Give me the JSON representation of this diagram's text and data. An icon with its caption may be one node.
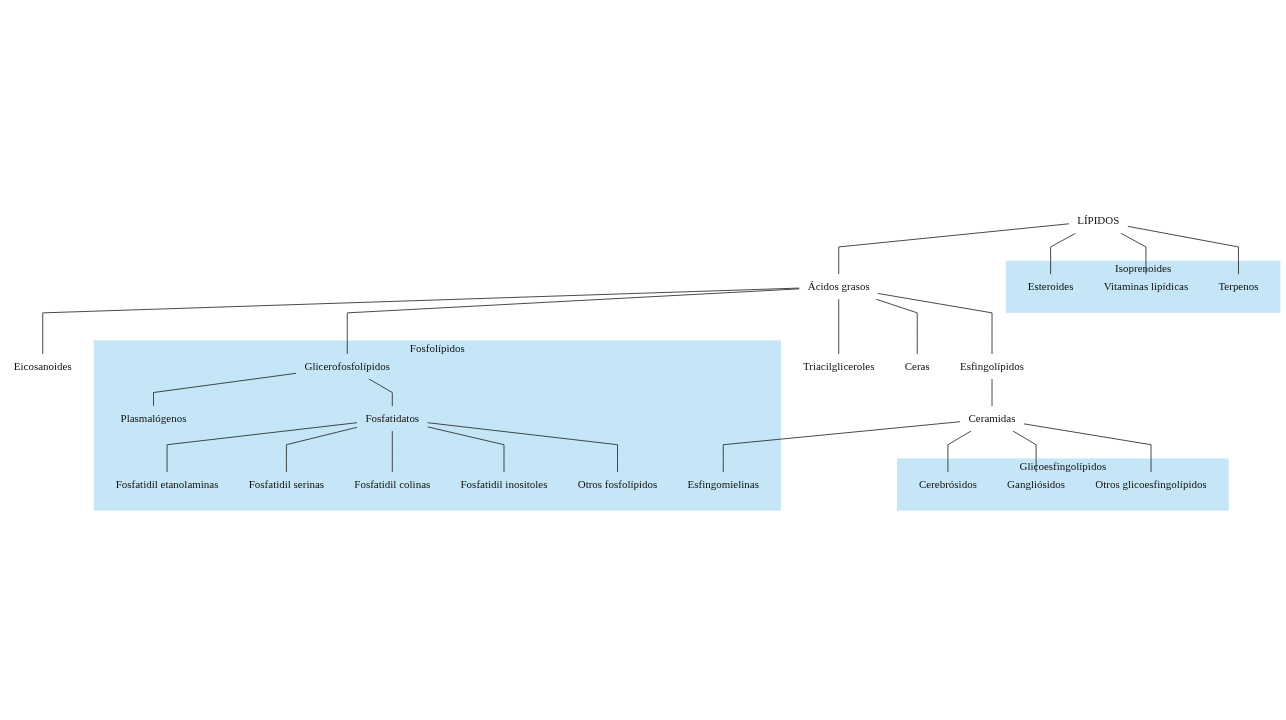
{
  "diagram": {
    "nodes": [
      {
        "text": [
          "LÍPIDOS"
        ]
      },
      {
        "text": [
          "Ácidos grasos"
        ]
      },
      {
        "text": [
          "Isoprenoides"
        ]
      },
      {
        "text": [
          "Esteroides"
        ],
        "in": 2
      },
      {
        "text": [
          "Vitaminas lipídicas"
        ],
        "in": 2
      },
      {
        "text": [
          "Terpenos"
        ],
        "in": 2
      },
      {
        "text": [
          "Eicosanoides"
        ]
      },
      {
        "text": [
          "Triacilgliceroles"
        ]
      },
      {
        "text": [
          "Ceras"
        ]
      },
      {
        "text": [
          "Esfingolípidos"
        ]
      },
      {
        "text": [
          "Fosfolípidos"
        ]
      },
      {
        "text": [
          "Glicerofosfolípidos"
        ],
        "in": 10
      },
      {
        "text": [
          "Ceramidas"
        ]
      },
      {
        "text": [
          "Plasmalógenos"
        ],
        "in": 10
      },
      {
        "text": [
          "Fosfatidatos"
        ],
        "in": 10
      },
      {
        "text": [
          "Esfingomielinas"
        ],
        "in": 10
      },
      {
        "text": [
          "Glicoesfingolípidos"
        ]
      },
      {
        "text": [
          "Cerebrósidos"
        ],
        "in": 16
      },
      {
        "text": [
          "Gangliósidos"
        ],
        "in": 16
      },
      {
        "text": [
          "Fosfatidil etanolaminas"
        ],
        "in": 10
      },
      {
        "text": [
          "Fosfatidil serinas"
        ],
        "in": 10
      },
      {
        "text": [
          "Fosfatidil colinas"
        ],
        "in": 10
      },
      {
        "text": [
          "Fosfatidil inositoles"
        ],
        "in": 10
      },
      {
        "text": [
          "Otros fosfolípidos"
        ],
        "in": 10
      },
      {
        "text": [
          "Otros glicoesfingolípidos"
        ],
        "in": 16
      }
    ],
    "edges": [
      {
        "from": 0,
        "to": 1,
        "arrow": "none"
      },
      {
        "from": 0,
        "to": 3,
        "arrow": "none"
      },
      {
        "from": 0,
        "to": 4,
        "arrow": "none"
      },
      {
        "from": 0,
        "to": 5,
        "arrow": "none"
      },
      {
        "from": 1,
        "to": 6,
        "arrow": "none"
      },
      {
        "from": 1,
        "to": 11,
        "arrow": "none"
      },
      {
        "from": 1,
        "to": 7,
        "arrow": "none"
      },
      {
        "from": 1,
        "to": 8,
        "arrow": "none"
      },
      {
        "from": 1,
        "to": 9,
        "arrow": "none"
      },
      {
        "from": 9,
        "to": 12,
        "arrow": "none"
      },
      {
        "from": 11,
        "to": 13,
        "arrow": "none"
      },
      {
        "from": 11,
        "to": 14,
        "arrow": "none"
      },
      {
        "from": 12,
        "to": 15,
        "arrow": "none"
      },
      {
        "from": 12,
        "to": 17,
        "arrow": "none"
      },
      {
        "from": 12,
        "to": 18,
        "arrow": "none"
      },
      {
        "from": 12,
        "to": 24,
        "arrow": "none"
      },
      {
        "from": 14,
        "to": 19,
        "arrow": "none"
      },
      {
        "from": 14,
        "to": 20,
        "arrow": "none"
      },
      {
        "from": 14,
        "to": 21,
        "arrow": "none"
      },
      {
        "from": 14,
        "to": 22,
        "arrow": "none"
      },
      {
        "from": 14,
        "to": 23,
        "arrow": "none"
      }
    ]
  }
}
